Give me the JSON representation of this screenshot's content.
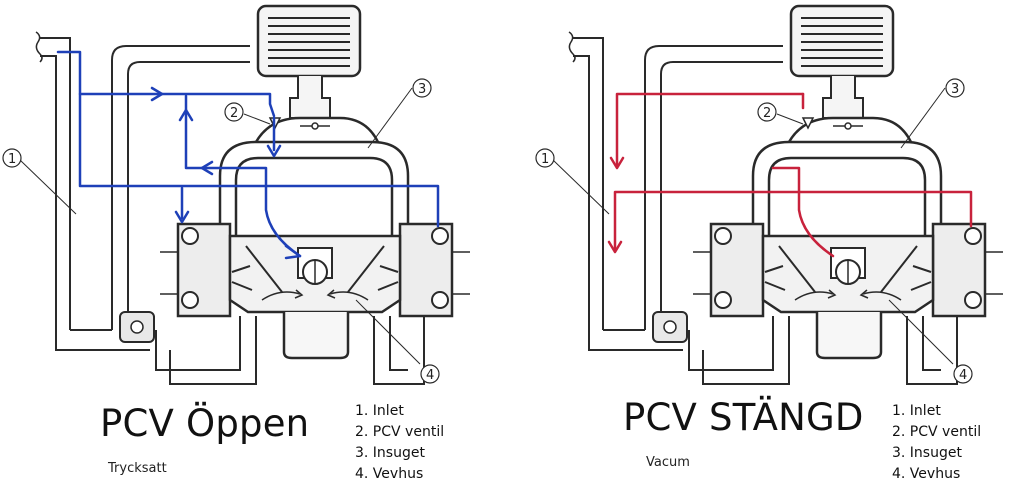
{
  "left": {
    "title": "PCV Öppen",
    "state": "Trycksatt",
    "legend": [
      "1. Inlet",
      "2. PCV ventil",
      "3. Insuget",
      "4. Vevhus"
    ],
    "flow_color": "#1e40b8"
  },
  "right": {
    "title": "PCV STÄNGD",
    "state": "Vacum",
    "legend": [
      "1. Inlet",
      "2. PCV ventil",
      "3. Insuget",
      "4. Vevhus"
    ],
    "flow_color": "#c8223c"
  },
  "callouts": [
    "1",
    "2",
    "3",
    "4"
  ],
  "colors": {
    "line": "#2a2a2a",
    "fill": "#ececec"
  }
}
